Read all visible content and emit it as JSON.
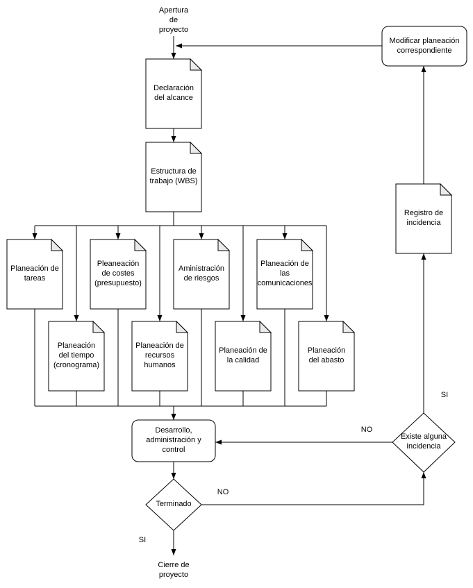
{
  "diagram": {
    "nodes": {
      "apertura": "Apertura\nde\nproyecto",
      "declaracion": "Declaración\ndel alcance",
      "wbs": "Estructura de\ntrabajo (WBS)",
      "tareas": "Planeación de\ntareas",
      "costes": "Pleaneación\nde costes\n(presupuesto)",
      "riesgos": "Aministración\nde riesgos",
      "comunicaciones": "Planeación de\nlas\ncomunicaciones",
      "tiempo": "Planeación\ndel tiempo\n(cronograma)",
      "recursos": "Planeación de\nrecursos\nhumanos",
      "calidad": "Planeación de\nla calidad",
      "abasto": "Planeación\ndel abasto",
      "desarrollo": "Desarrollo,\nadministración y\ncontrol",
      "terminado": "Terminado",
      "cierre": "Cierre de\nproyecto",
      "existe": "Existe alguna\nincidencia",
      "registro": "Registro de\nincidencia",
      "modificar": "Modificar planeación\ncorrespondiente"
    },
    "edge_labels": {
      "terminado_si": "SI",
      "terminado_no": "NO",
      "existe_no": "NO",
      "existe_si": "SI"
    },
    "colors": {
      "stroke": "#000000",
      "shape_fill": "#ffffff",
      "fold_fill": "#ebebeb",
      "text": "#000000",
      "background": "#ffffff"
    }
  }
}
